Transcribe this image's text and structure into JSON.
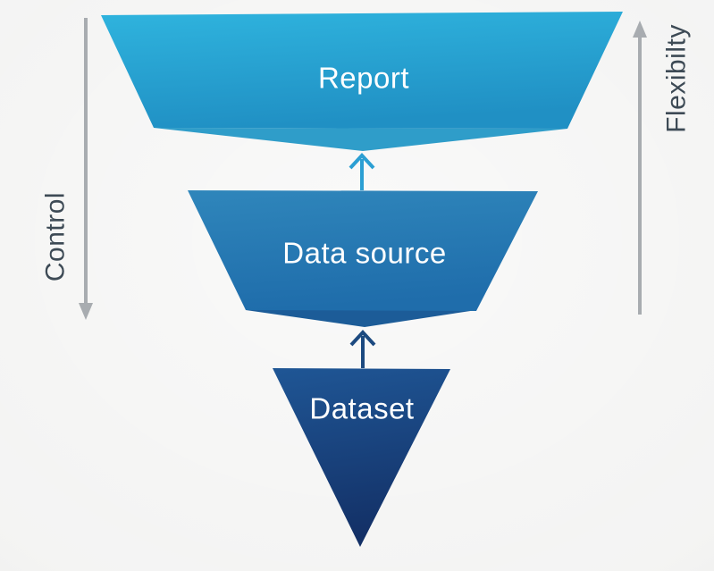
{
  "page": {
    "background": "#f3f3f2"
  },
  "funnel": {
    "layers": [
      {
        "label": "Report",
        "color_top": "#2fb4de",
        "color_bottom": "#2090c4",
        "lip_color": "#2f9dc9"
      },
      {
        "label": "Data source",
        "color_top": "#2f86bb",
        "color_bottom": "#1f6dab",
        "lip_color": "#1c5c98"
      },
      {
        "label": "Dataset",
        "color_top": "#1f5695",
        "color_bottom": "#133066"
      }
    ],
    "connectors": [
      {
        "color": "#2b9fd3",
        "direction": "up"
      },
      {
        "color": "#1c4a80",
        "direction": "up"
      }
    ],
    "left_axis": {
      "label": "Control",
      "direction": "down"
    },
    "right_axis": {
      "label": "Flexibilty",
      "direction": "up"
    },
    "layer_label_color": "#ffffff",
    "axis_label_color": "#3d4a55",
    "axis_line_color": "#a8acb0"
  }
}
